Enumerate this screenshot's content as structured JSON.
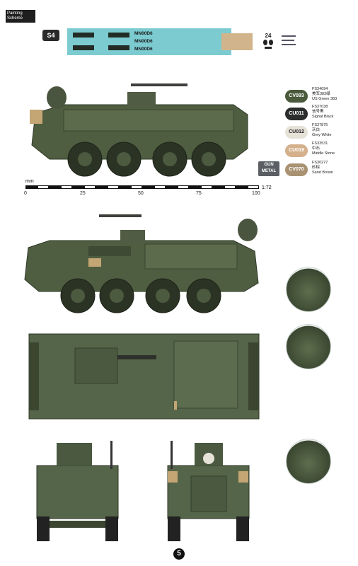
{
  "header": {
    "tag_line1": "Painting",
    "tag_line2": "Scheme",
    "scheme_id": "S4"
  },
  "decals": {
    "registration": [
      "MN00D6",
      "MN00D6",
      "MN00D6"
    ],
    "emblem_number": "24"
  },
  "paints": [
    {
      "code": "CV093",
      "fs": "FS34094",
      "cn": "美军383绿",
      "en": "US Green 383",
      "color": "#4a5a3c",
      "text_color": "#ffffff"
    },
    {
      "code": "CU011",
      "fs": "FS37038",
      "cn": "信号黑",
      "en": "Signal Black",
      "color": "#2a2d2c",
      "text_color": "#ffffff"
    },
    {
      "code": "CU012",
      "fs": "FS37875",
      "cn": "灰白",
      "en": "Grey White",
      "color": "#e6e2d8",
      "text_color": "#222222"
    },
    {
      "code": "CU019",
      "fs": "FS33531",
      "cn": "中石",
      "en": "Middle Stone",
      "color": "#d4b08c",
      "text_color": "#ffffff"
    },
    {
      "code": "CV070",
      "fs": "FS30277",
      "cn": "砂棕",
      "en": "Sand Brown",
      "color": "#a89272",
      "text_color": "#ffffff"
    }
  ],
  "metal": {
    "line1": "GUN",
    "line2": "METAL"
  },
  "scale": {
    "unit": "mm",
    "ratio": "1:72",
    "ticks": [
      "0",
      "25",
      "50",
      "75",
      "100"
    ]
  },
  "page_number": "5"
}
